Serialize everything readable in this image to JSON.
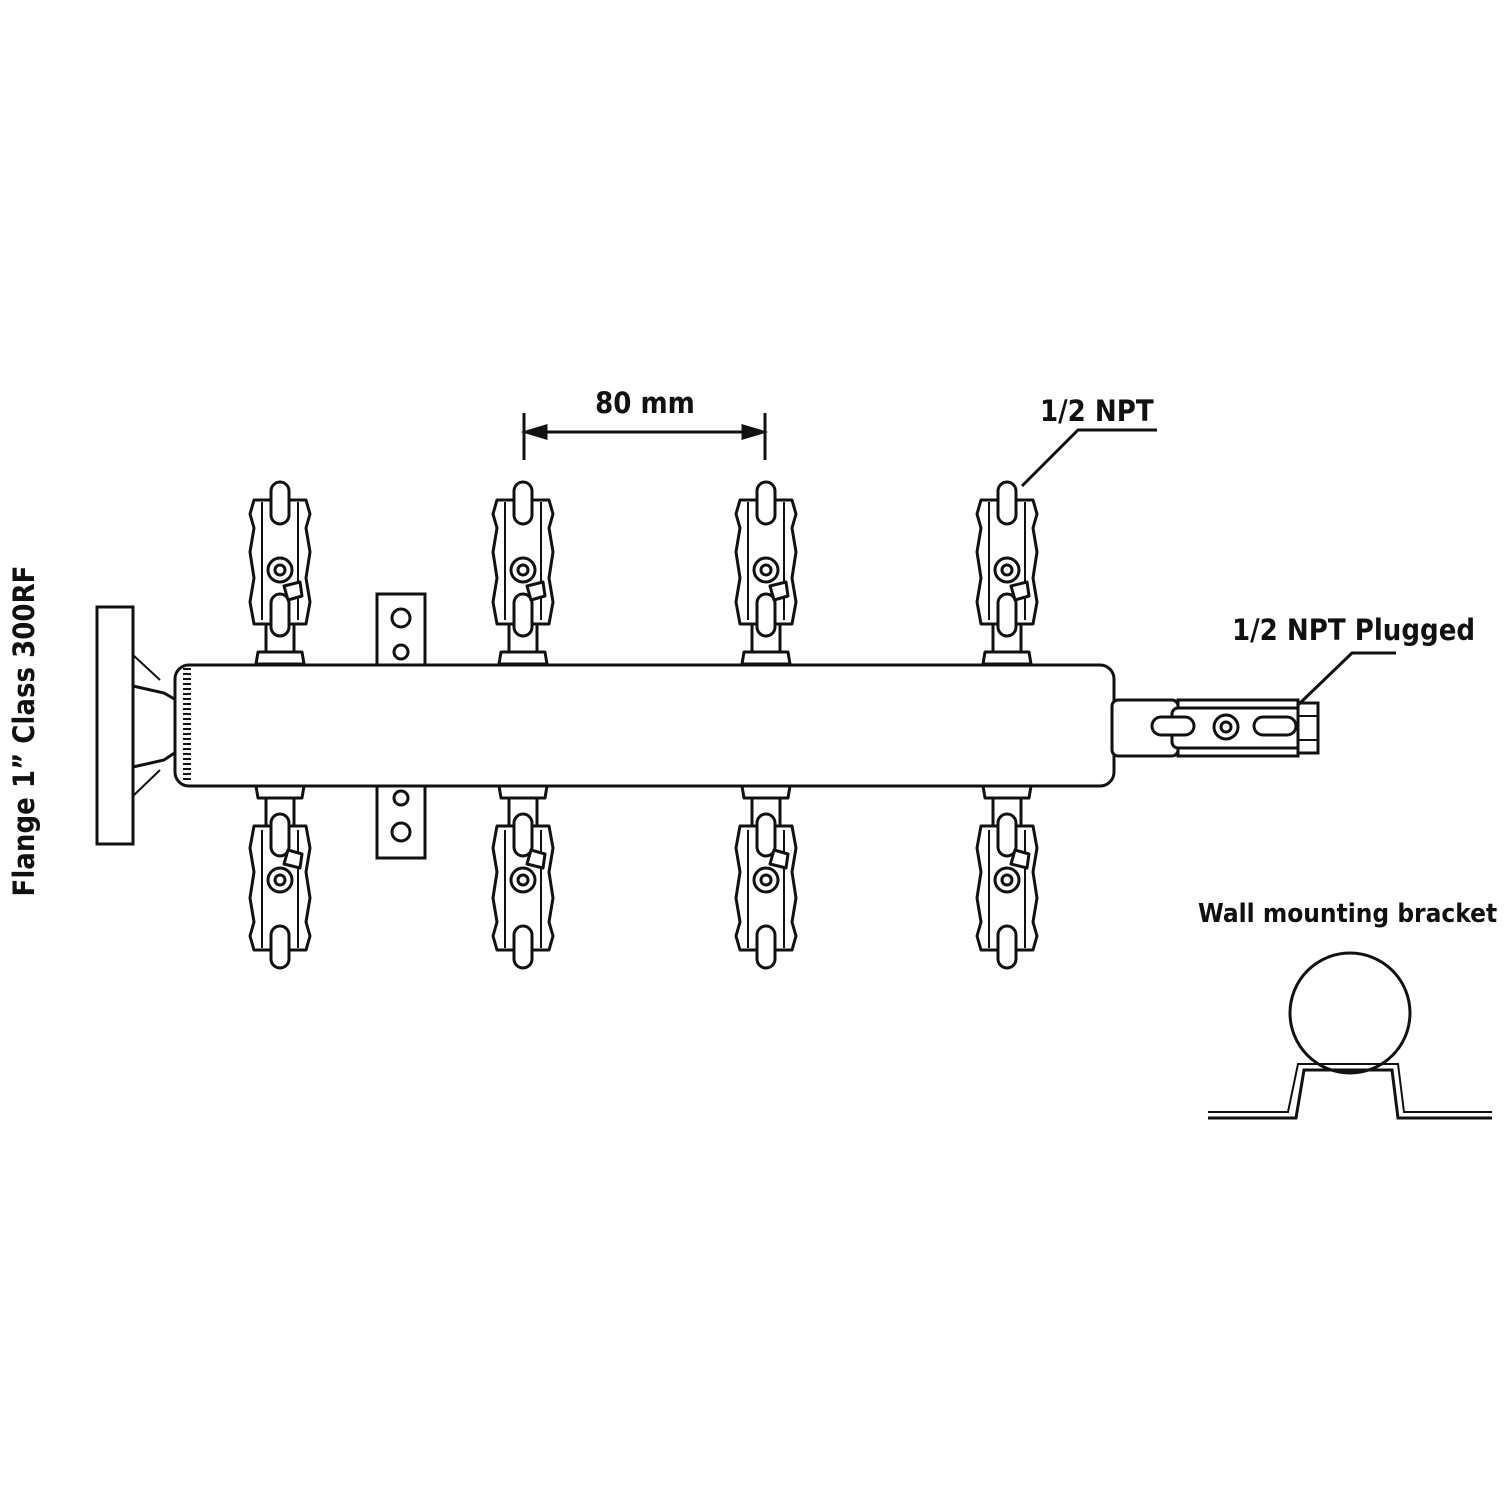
{
  "labels": {
    "flange": "Flange 1” Class 300RF",
    "spacing": "80 mm",
    "outlet": "1/2 NPT",
    "plugged": "1/2 NPT Plugged",
    "bracket": "Wall mounting bracket"
  },
  "colors": {
    "line": "#111111",
    "background": "#ffffff"
  }
}
